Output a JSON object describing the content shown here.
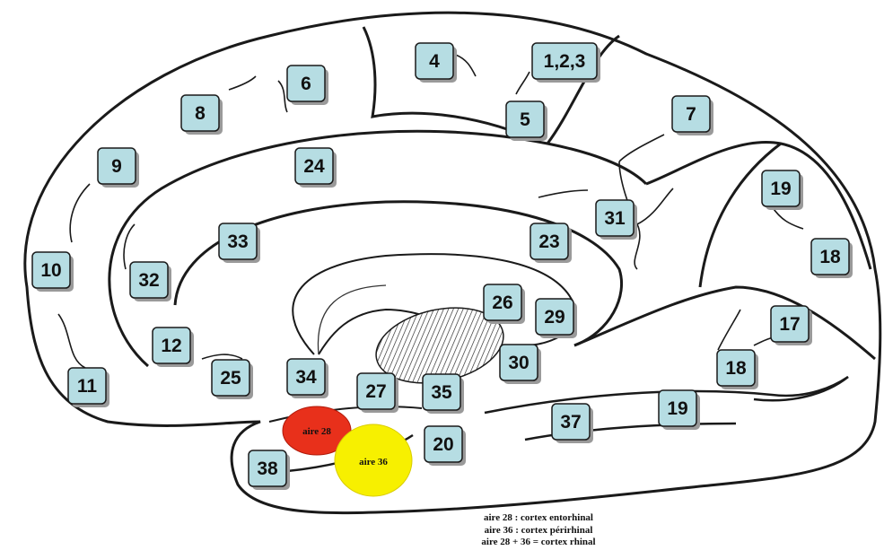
{
  "areas": [
    {
      "label": "4"
    },
    {
      "label": "1,2,3"
    },
    {
      "label": "6"
    },
    {
      "label": "8"
    },
    {
      "label": "5"
    },
    {
      "label": "7"
    },
    {
      "label": "9"
    },
    {
      "label": "24"
    },
    {
      "label": "19"
    },
    {
      "label": "31"
    },
    {
      "label": "33"
    },
    {
      "label": "23"
    },
    {
      "label": "10"
    },
    {
      "label": "18"
    },
    {
      "label": "32"
    },
    {
      "label": "26"
    },
    {
      "label": "29"
    },
    {
      "label": "17"
    },
    {
      "label": "12"
    },
    {
      "label": "30"
    },
    {
      "label": "25"
    },
    {
      "label": "34"
    },
    {
      "label": "18"
    },
    {
      "label": "11"
    },
    {
      "label": "27"
    },
    {
      "label": "35"
    },
    {
      "label": "19"
    },
    {
      "label": "37"
    },
    {
      "label": "20"
    },
    {
      "label": "38"
    }
  ],
  "highlights": [
    {
      "label": "aire 28",
      "color": "#e8301b"
    },
    {
      "label": "aire 36",
      "color": "#f7f000"
    }
  ],
  "legend": [
    "aire 28 : cortex entorhinal",
    "aire 36 : cortex périrhinal",
    "aire 28 + 36 = cortex rhinal"
  ],
  "colors": {
    "box_fill": "#b6dde3",
    "outline": "#1a1a1a",
    "shadow": "#9a9a9a"
  }
}
